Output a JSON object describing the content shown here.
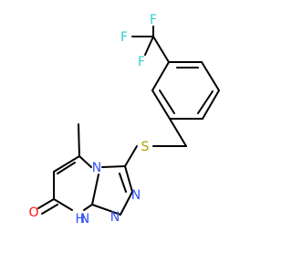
{
  "molecule": {
    "atoms": {
      "F_top": {
        "label": "F",
        "color": "#33cccc"
      },
      "F_left": {
        "label": "F",
        "color": "#33cccc"
      },
      "F_mid": {
        "label": "F",
        "color": "#33cccc"
      },
      "S": {
        "label": "S",
        "color": "#b2a000"
      },
      "N_bridge": {
        "label": "N",
        "color": "#3050f8"
      },
      "N_ring1": {
        "label": "N",
        "color": "#3050f8"
      },
      "N_ring2": {
        "label": "N",
        "color": "#3050f8"
      },
      "NH": {
        "label": "N",
        "color": "#3050f8"
      },
      "H": {
        "label": "H",
        "color": "#3050f8"
      },
      "O": {
        "label": "O",
        "color": "#ff0d0d"
      }
    },
    "bond_color": "#000000"
  }
}
